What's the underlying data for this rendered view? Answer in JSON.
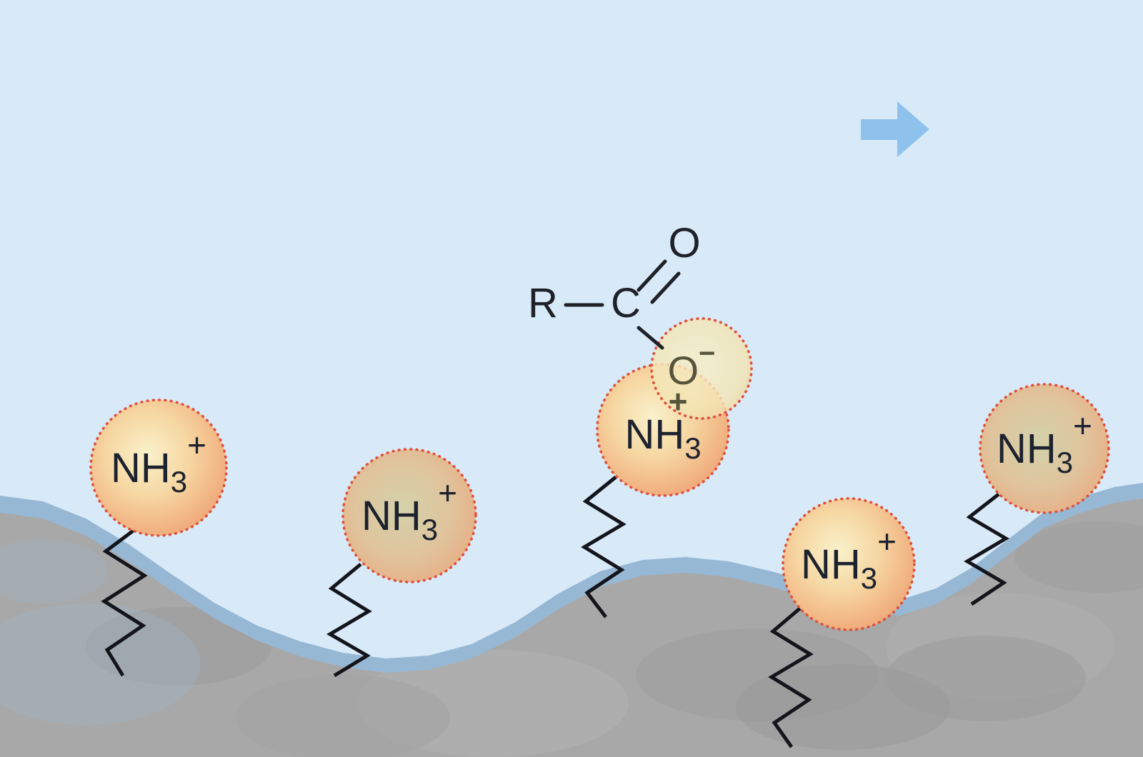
{
  "scene": {
    "colors": {
      "background": "#d8eaf8",
      "water_edge": "#97b8d4",
      "substrate": "#a8a8a8",
      "arrow": "#8ec2ec",
      "dotted_circle_border": "#e0503a",
      "chain": "#14141b",
      "bond_text": "#202128",
      "oxygen_text": "#56553c"
    },
    "icons": {
      "arrow": "right-arrow-icon"
    },
    "ammonium": {
      "formula": "NH",
      "subscript": "3",
      "charge": "+"
    },
    "carboxylate": {
      "r": "R",
      "c": "C",
      "carbonyl_o": "O",
      "ionized_o": "O",
      "minus": "−",
      "plus": "+"
    }
  }
}
